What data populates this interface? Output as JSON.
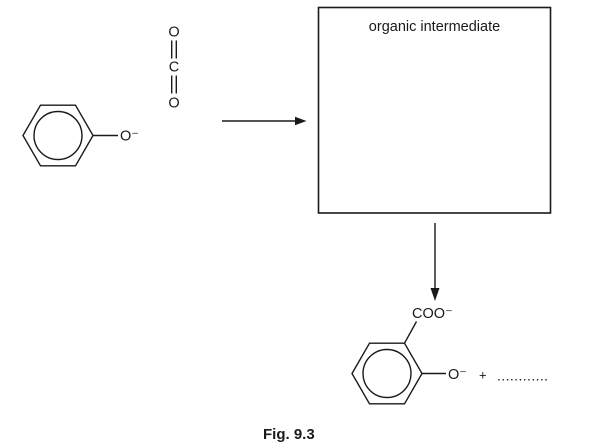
{
  "canvas": {
    "background": "#ffffff",
    "ink_color": "#1a1a1a"
  },
  "co2": {
    "top_o": "O",
    "c": "C",
    "bottom_o": "O"
  },
  "phenoxide": {
    "o_label": "O⁻"
  },
  "box": {
    "label": "organic intermediate"
  },
  "product": {
    "coo_label": "COO⁻",
    "o_label": "O⁻",
    "plus": "+",
    "blank_dots": "............"
  },
  "caption": "Fig. 9.3"
}
